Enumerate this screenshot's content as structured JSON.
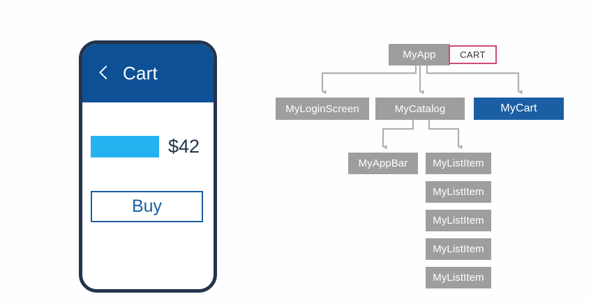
{
  "colors": {
    "phone_frame": "#24344c",
    "phone_header": "#0e5095",
    "accent_blue": "#1a5fa4",
    "swatch_cyan": "#24b2f0",
    "node_gray": "#9e9e9e",
    "badge_border": "#cf4a72",
    "connector_gray": "#b0b0b0",
    "page_background": "#fefefe"
  },
  "phone": {
    "back_icon": "chevron-left-icon",
    "title": "Cart",
    "item": {
      "swatch_label": "",
      "price": "$42"
    },
    "buy_label": "Buy"
  },
  "tree": {
    "root": {
      "id": "myapp",
      "label": "MyApp",
      "badge": {
        "label": "CART",
        "name": "cart-badge"
      }
    },
    "level1": [
      {
        "id": "login",
        "label": "MyLoginScreen",
        "highlight": false
      },
      {
        "id": "catalog",
        "label": "MyCatalog",
        "highlight": false
      },
      {
        "id": "mycart",
        "label": "MyCart",
        "highlight": true
      }
    ],
    "level2": [
      {
        "id": "appbar",
        "label": "MyAppBar"
      }
    ],
    "list_items": [
      {
        "id": "list-0",
        "label": "MyListItem"
      },
      {
        "id": "list-1",
        "label": "MyListItem"
      },
      {
        "id": "list-2",
        "label": "MyListItem"
      },
      {
        "id": "list-3",
        "label": "MyListItem"
      },
      {
        "id": "list-4",
        "label": "MyListItem"
      }
    ]
  }
}
